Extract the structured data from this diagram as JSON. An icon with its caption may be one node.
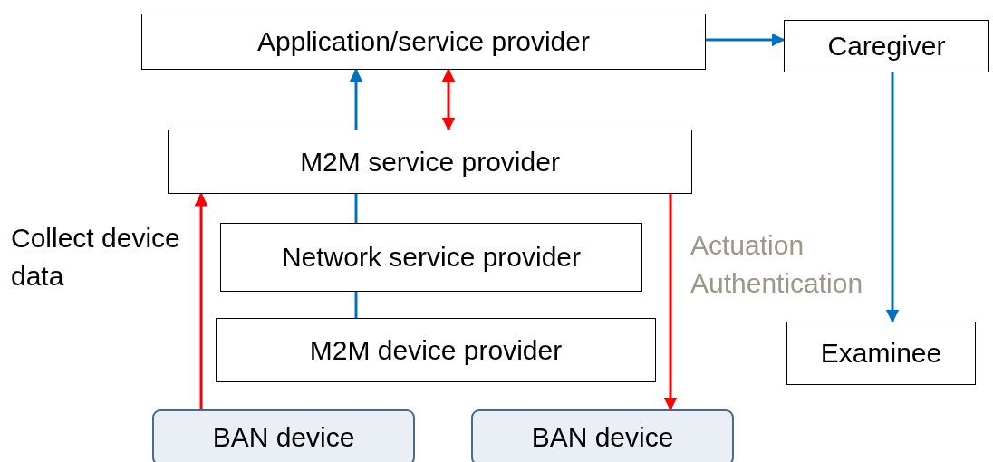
{
  "diagram": {
    "nodes": [
      {
        "text": [
          "Application/service provider"
        ]
      },
      {
        "text": [
          "Caregiver"
        ]
      },
      {
        "text": [
          "M2M service provider"
        ]
      },
      {
        "text": [
          "Network service provider"
        ]
      },
      {
        "text": [
          "Examinee"
        ]
      },
      {
        "text": [
          "M2M device provider"
        ]
      },
      {
        "text": [
          "BAN device"
        ]
      },
      {
        "text": [
          "BAN device"
        ]
      }
    ],
    "edges": [
      {
        "from": 5,
        "to": 3,
        "arrow": "none"
      },
      {
        "from": 3,
        "to": 2,
        "arrow": "none"
      },
      {
        "from": 2,
        "to": 0,
        "arrow": "to"
      },
      {
        "from": 2,
        "to": 0,
        "arrow": "both",
        "color": "#ff0000"
      },
      {
        "from": 6,
        "to": 2,
        "arrow": "to",
        "color": "#ff0000",
        "label": "Collect device data"
      },
      {
        "from": 2,
        "to": 7,
        "arrow": "to",
        "color": "#ff0000",
        "label": "Actuation Authentication"
      },
      {
        "from": 0,
        "to": 1,
        "arrow": "to"
      },
      {
        "from": 1,
        "to": 4,
        "arrow": "to"
      }
    ]
  }
}
